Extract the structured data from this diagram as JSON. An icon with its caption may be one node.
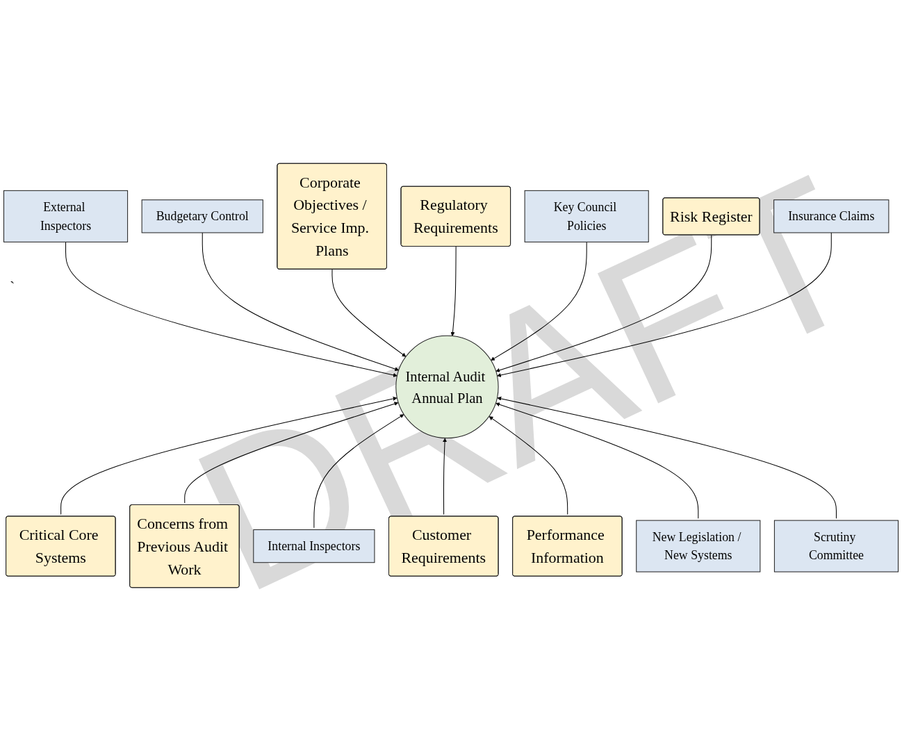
{
  "diagram": {
    "nodes": [
      {
        "text": [
          "External Inspectors"
        ]
      },
      {
        "text": [
          "Budgetary Control"
        ]
      },
      {
        "text": [
          "Corporate Objectives / Service Imp. Plans"
        ]
      },
      {
        "text": [
          "Regulatory Requirements"
        ]
      },
      {
        "text": [
          "Key Council Policies"
        ]
      },
      {
        "text": [
          "Risk Register"
        ]
      },
      {
        "text": [
          "Internal Audit Annual Plan"
        ]
      },
      {
        "text": [
          "Critical Core Systems"
        ]
      },
      {
        "text": [
          "Insurance Claims"
        ]
      },
      {
        "text": [
          "Concerns from Previous Audit Work"
        ]
      },
      {
        "text": [
          "Internal Inspectors"
        ]
      },
      {
        "text": [
          "Customer Requirements"
        ]
      },
      {
        "text": [
          "Performance Information"
        ]
      },
      {
        "text": [
          "New Legislation / New Systems"
        ]
      },
      {
        "text": [
          "Scrutiny Committee"
        ]
      }
    ],
    "edges": [
      {
        "from": 0,
        "to": 6,
        "arrow": "to"
      },
      {
        "from": 1,
        "to": 6,
        "arrow": "to"
      },
      {
        "from": 2,
        "to": 6,
        "arrow": "to"
      },
      {
        "from": 3,
        "to": 6,
        "arrow": "to"
      },
      {
        "from": 4,
        "to": 6,
        "arrow": "to"
      },
      {
        "from": 5,
        "to": 6,
        "arrow": "to"
      },
      {
        "from": 7,
        "to": 6,
        "arrow": "to"
      },
      {
        "from": 8,
        "to": 6,
        "arrow": "to"
      },
      {
        "from": 9,
        "to": 6,
        "arrow": "to"
      },
      {
        "from": 10,
        "to": 6,
        "arrow": "to"
      },
      {
        "from": 11,
        "to": 6,
        "arrow": "to"
      },
      {
        "from": 12,
        "to": 6,
        "arrow": "to"
      },
      {
        "from": 13,
        "to": 6,
        "arrow": "to"
      },
      {
        "from": 14,
        "to": 6,
        "arrow": "to"
      }
    ],
    "labels": [
      "DRAFT",
      "`"
    ]
  }
}
